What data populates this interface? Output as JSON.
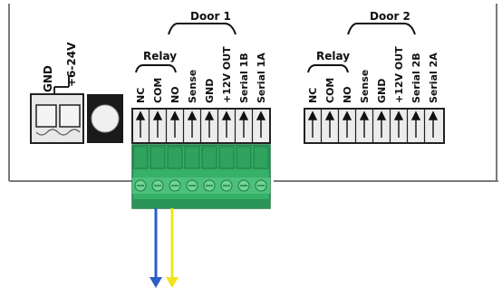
{
  "power": {
    "gnd_label": "GND",
    "voltage_label": "+6-24V"
  },
  "door1": {
    "title": "Door 1",
    "relay_label": "Relay",
    "pins": [
      "NC",
      "COM",
      "NO",
      "Sense",
      "GND",
      "+12V OUT",
      "Serial 1B",
      "Serial 1A"
    ]
  },
  "door2": {
    "title": "Door 2",
    "relay_label": "Relay",
    "pins": [
      "NC",
      "COM",
      "NO",
      "Sense",
      "GND",
      "+12V OUT",
      "Serial 2B",
      "Serial 2A"
    ]
  },
  "colors": {
    "panel_border": "#7a7a7a",
    "terminal_green": "#37b068",
    "terminal_dark_green": "#1f7a45",
    "wire_blue": "#2b5cc8",
    "wire_yellow": "#f2e41c"
  }
}
